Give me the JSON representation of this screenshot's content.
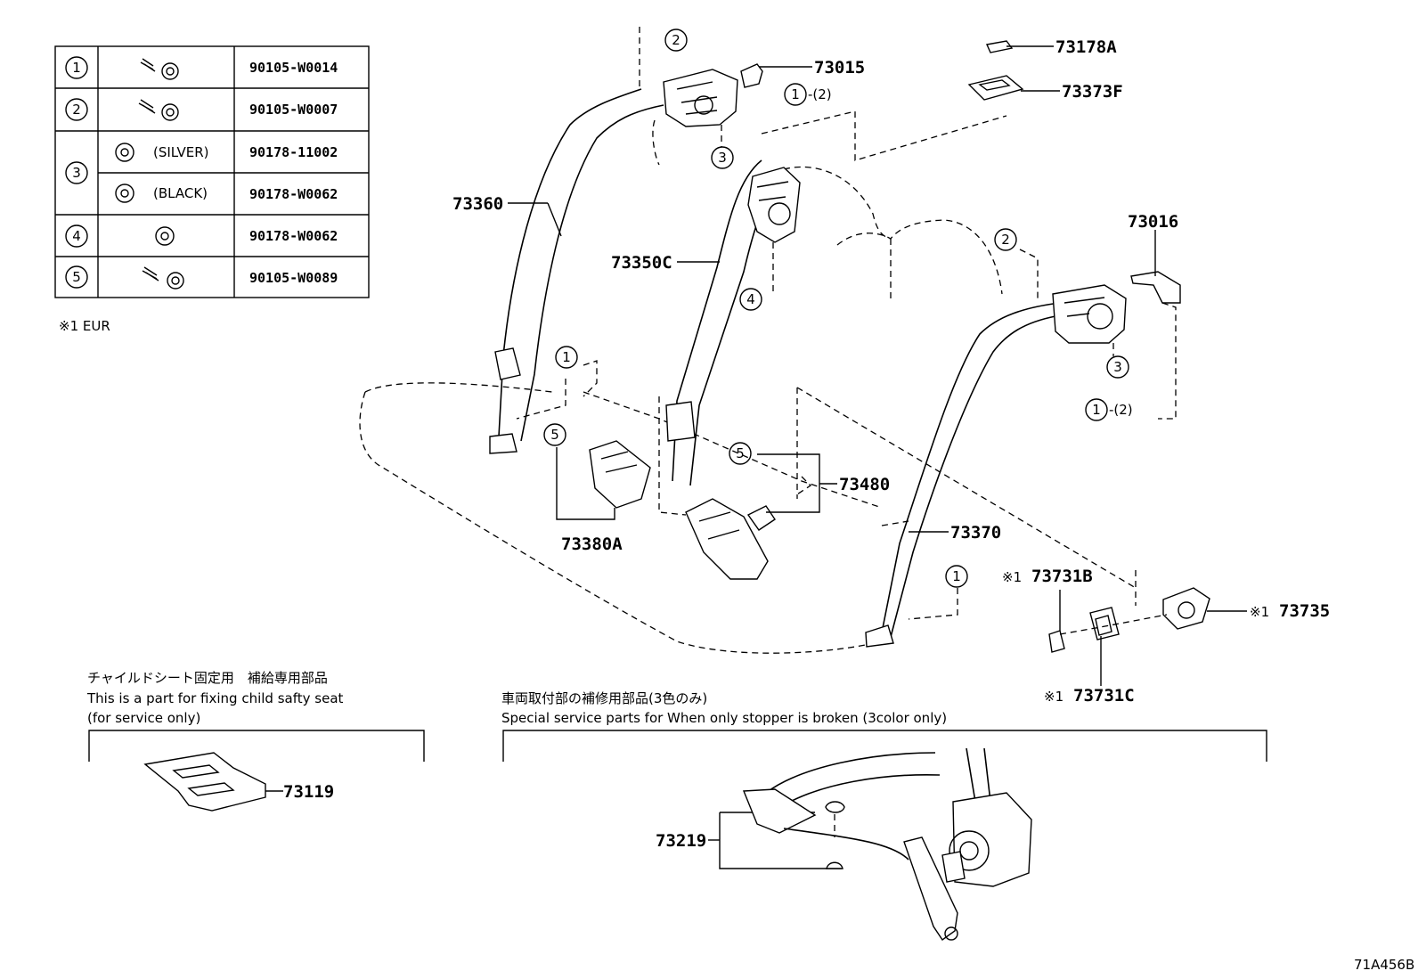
{
  "fastener_table": [
    {
      "no": "1",
      "note": "",
      "part": "90105-W0014",
      "icon": "bolt-icon"
    },
    {
      "no": "2",
      "note": "",
      "part": "90105-W0007",
      "icon": "bolt-icon"
    },
    {
      "no": "3",
      "note": "(SILVER)",
      "part": "90178-11002",
      "icon": "nut-icon"
    },
    {
      "no": "",
      "note": "(BLACK)",
      "part": "90178-W0062",
      "icon": "nut-icon"
    },
    {
      "no": "4",
      "note": "",
      "part": "90178-W0062",
      "icon": "nut-icon"
    },
    {
      "no": "5",
      "note": "",
      "part": "90105-W0089",
      "icon": "bolt-icon"
    }
  ],
  "footnote": "※1 EUR",
  "labels": {
    "p73178A": "73178A",
    "p73373F": "73373F",
    "p73015": "73015",
    "p73360": "73360",
    "p73350C": "73350C",
    "p73016": "73016",
    "p73480": "73480",
    "p73380A": "73380A",
    "p73370": "73370",
    "p73731B": "73731B",
    "p73735": "73735",
    "p73731C": "73731C",
    "p73119": "73119",
    "p73219": "73219",
    "ref_12": "-(2)",
    "ref_12b": "-(2)",
    "mark1": "※1",
    "mark2": "※1",
    "mark3": "※1"
  },
  "callouts": {
    "c2a": "2",
    "c1a": "1",
    "c3a": "3",
    "c4a": "4",
    "c1b": "1",
    "c5a": "5",
    "c5b": "5",
    "c2b": "2",
    "c3b": "3",
    "c1c": "1",
    "c1d": "1"
  },
  "child_seat": {
    "title_jp": "チャイルドシート固定用　補給専用部品",
    "line1": "This is a part for fixing child safty seat",
    "line2": "(for service only)"
  },
  "service_parts": {
    "title_jp": "車両取付部の補修用部品(3色のみ)",
    "line1": "Special service parts for When only stopper is broken (3color only)"
  },
  "figure_id": "71A456B"
}
